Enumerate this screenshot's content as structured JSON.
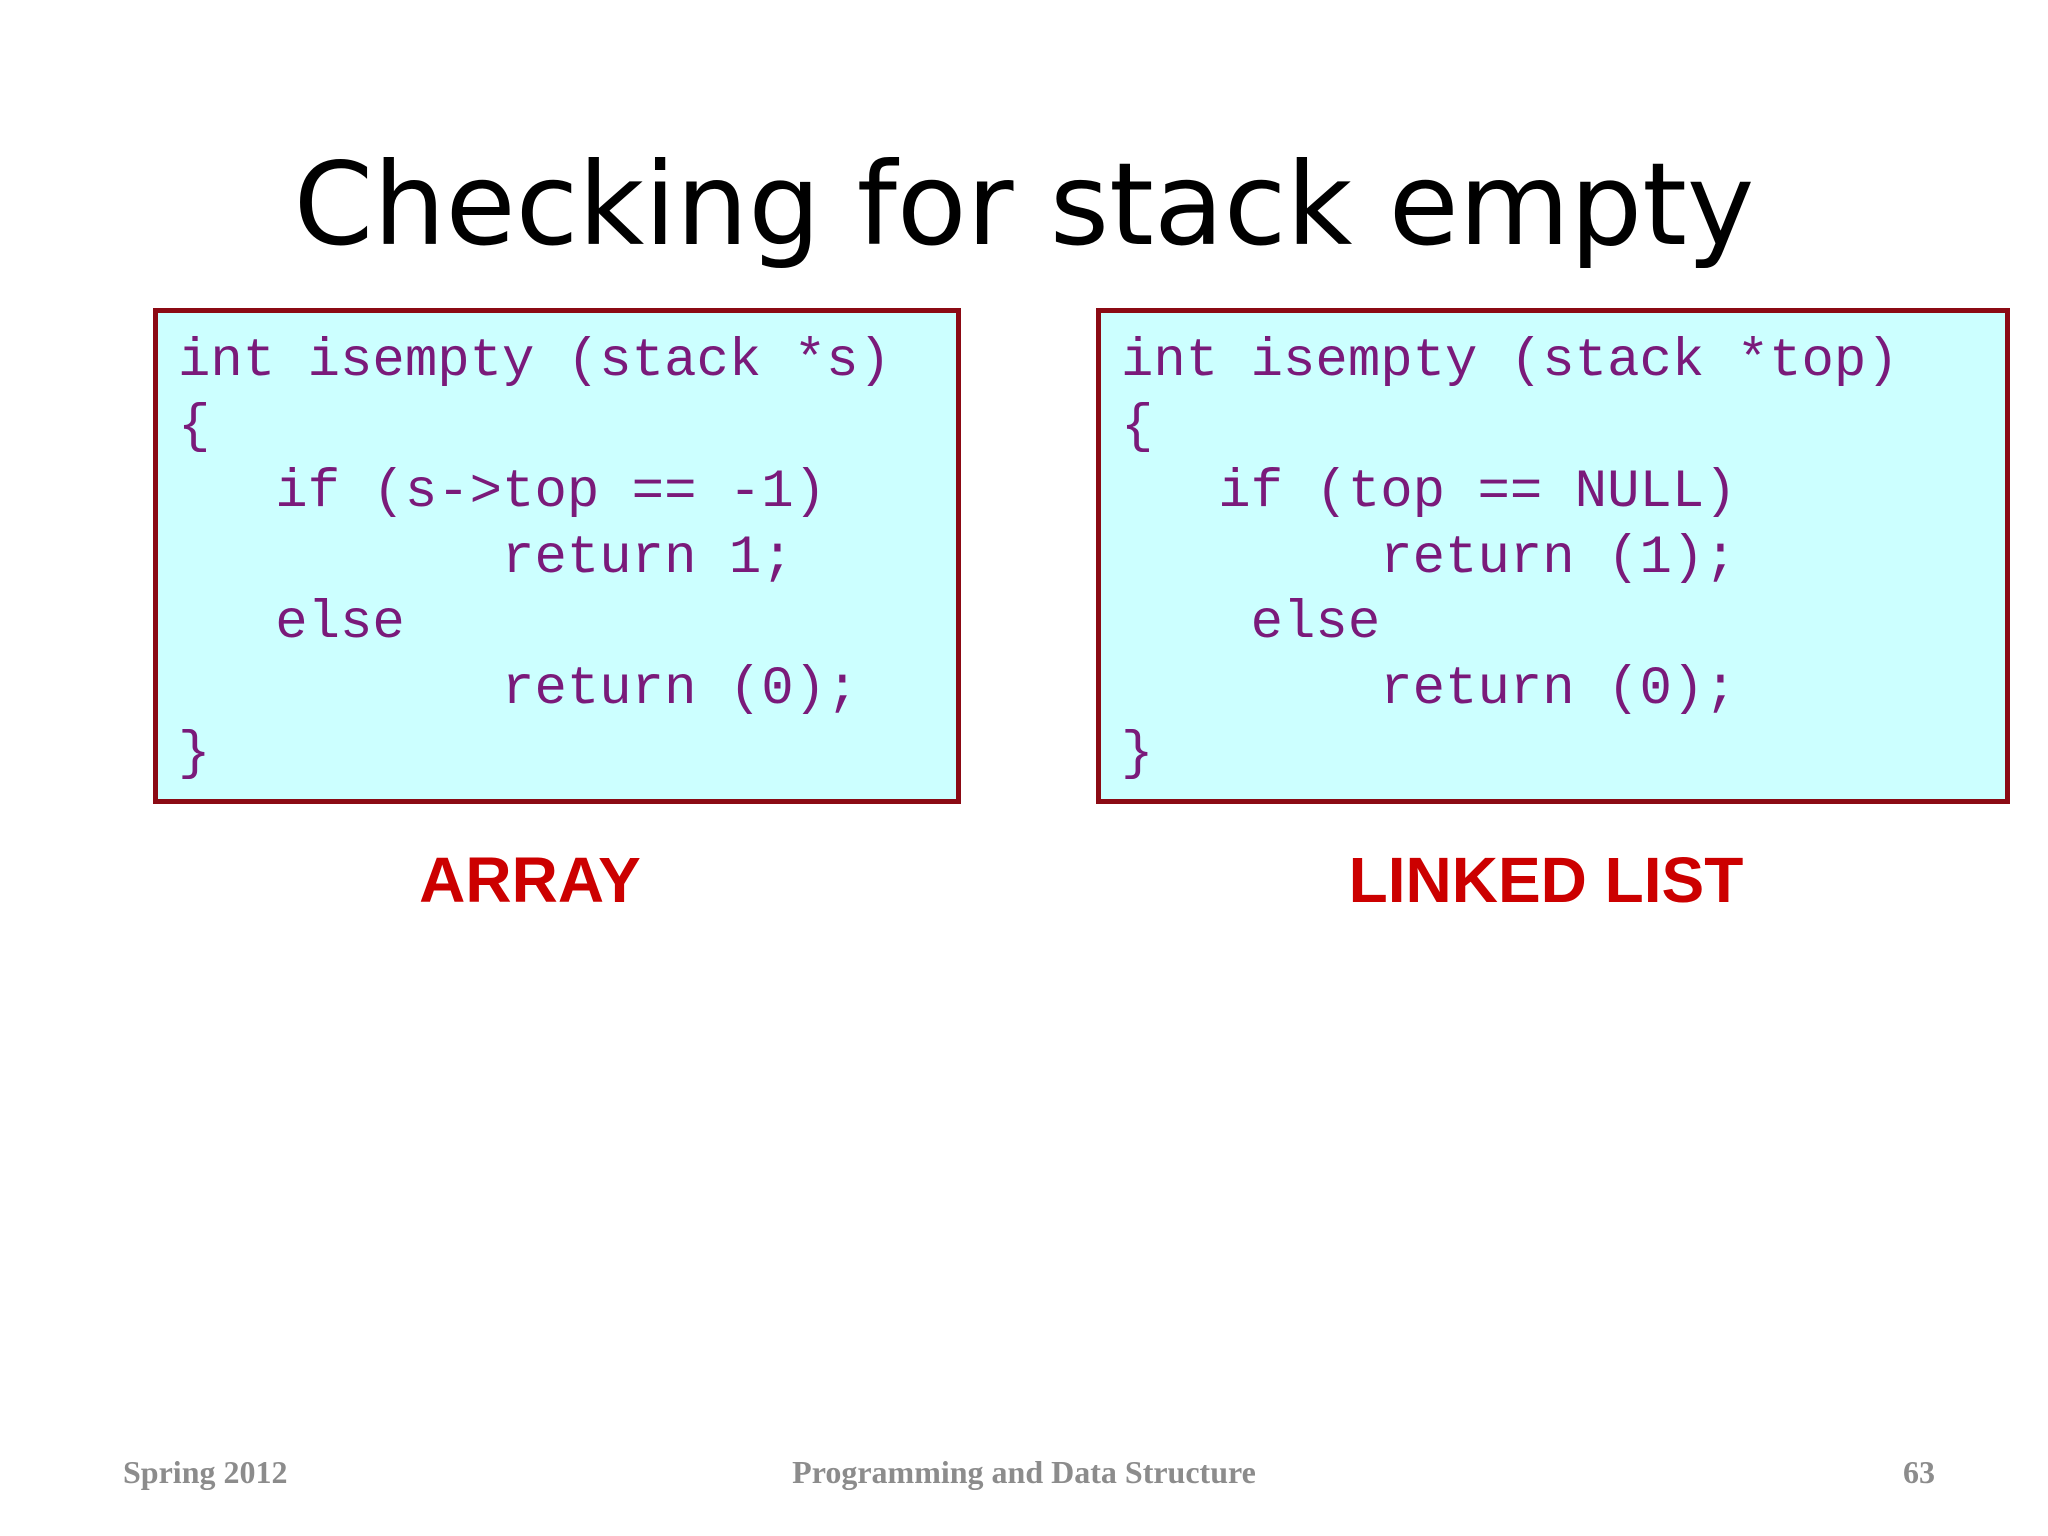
{
  "slide": {
    "title": "Checking for stack empty"
  },
  "array_panel": {
    "code_lines": [
      "int isempty (stack *s)",
      "{",
      "   if (s->top == -1)",
      "          return 1;",
      "   else",
      "          return (0);",
      "}"
    ],
    "caption": "ARRAY"
  },
  "linked_list_panel": {
    "code_lines": [
      "int isempty (stack *top)",
      "{",
      "   if (top == NULL)",
      "        return (1);",
      "    else",
      "        return (0);",
      "}"
    ],
    "caption": "LINKED LIST"
  },
  "footer": {
    "term": "Spring 2012",
    "course": "Programming and Data Structure",
    "page_number": "63"
  },
  "colors": {
    "code_text": "#7a1a7a",
    "code_background": "#ccffff",
    "box_border": "#8b0a14",
    "caption": "#cc0000",
    "footer": "#8c8c8c"
  }
}
